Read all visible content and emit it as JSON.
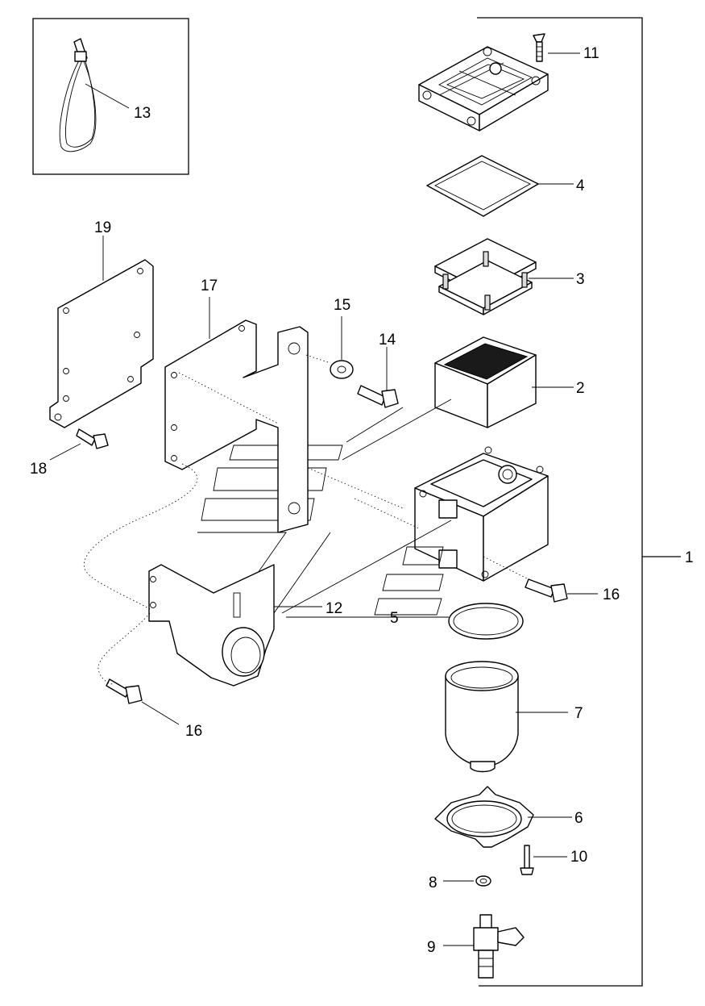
{
  "callouts": {
    "c1": "1",
    "c2": "2",
    "c3": "3",
    "c4": "4",
    "c5": "5",
    "c6": "6",
    "c7": "7",
    "c8": "8",
    "c9": "9",
    "c10": "10",
    "c11": "11",
    "c12": "12",
    "c13": "13",
    "c14": "14",
    "c15": "15",
    "c16a": "16",
    "c16b": "16",
    "c17": "17",
    "c18": "18",
    "c19": "19"
  }
}
